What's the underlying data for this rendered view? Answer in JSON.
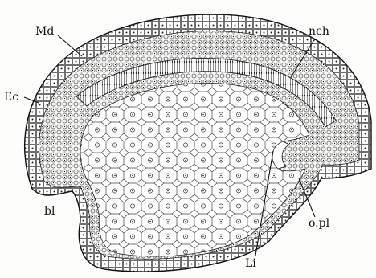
{
  "figure": {
    "labels": {
      "md": "Md",
      "nch": "nch",
      "ec": "Ec",
      "bl": "bl",
      "opl": "o.pl",
      "li": "Li"
    }
  },
  "colors": {
    "ink": "#111111",
    "paper": "#fdfdfb",
    "cell_fill": "#ffffff"
  }
}
